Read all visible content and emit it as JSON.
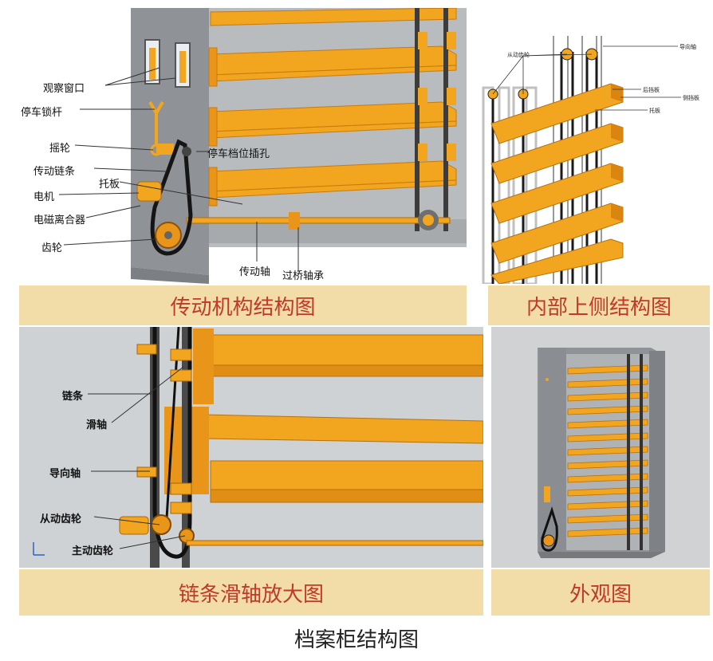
{
  "figure_title": "档案柜结构图",
  "panels": {
    "transmission": {
      "caption": "传动机构结构图",
      "labels": {
        "window": "观察窗口",
        "lock_lever": "停车锁杆",
        "crank": "摇轮",
        "chain": "传动链条",
        "tray": "托板",
        "motor": "电机",
        "clutch": "电磁离合器",
        "gear": "齿轮",
        "park_hole": "停车档位插孔",
        "shaft": "传动轴",
        "bridge_bearing": "过桥轴承"
      }
    },
    "inner_top": {
      "caption": "内部上侧结构图",
      "labels": {
        "driven_gear": "从动齿轮",
        "guide_shaft": "导向轴",
        "back_plate": "后挡板",
        "side_plate": "侧挡板",
        "tray": "托板"
      }
    },
    "chain_zoom": {
      "caption": "链条滑轴放大图",
      "labels": {
        "chain": "链条",
        "slide_shaft": "滑轴",
        "guide_shaft": "导向轴",
        "driven_gear": "从动齿轮",
        "drive_gear": "主动齿轮"
      }
    },
    "exterior": {
      "caption": "外观图"
    }
  },
  "colors": {
    "caption_bg": "#f2dca8",
    "caption_text": "#c0392b",
    "tray_orange": "#f2a51f",
    "cabinet_grey": "#8f9296"
  }
}
